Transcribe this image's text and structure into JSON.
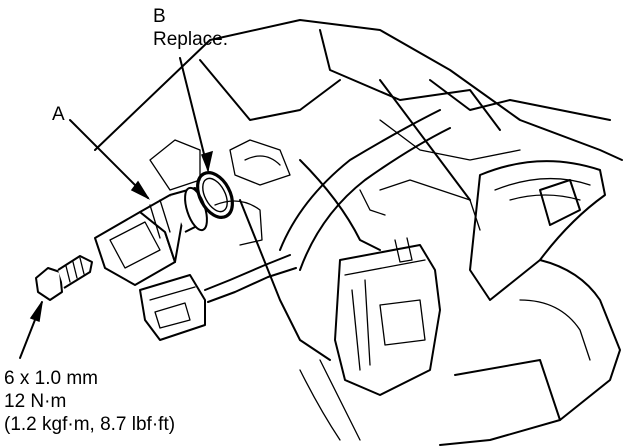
{
  "callouts": {
    "a": {
      "letter": "A"
    },
    "b": {
      "letter": "B",
      "note": "Replace."
    }
  },
  "bolt_spec": {
    "size": "6 x 1.0 mm",
    "torque": "12 N·m",
    "torque_alt": "(1.2 kgf·m, 8.7 lbf·ft)"
  },
  "colors": {
    "ink": "#000000",
    "paper": "#ffffff"
  }
}
